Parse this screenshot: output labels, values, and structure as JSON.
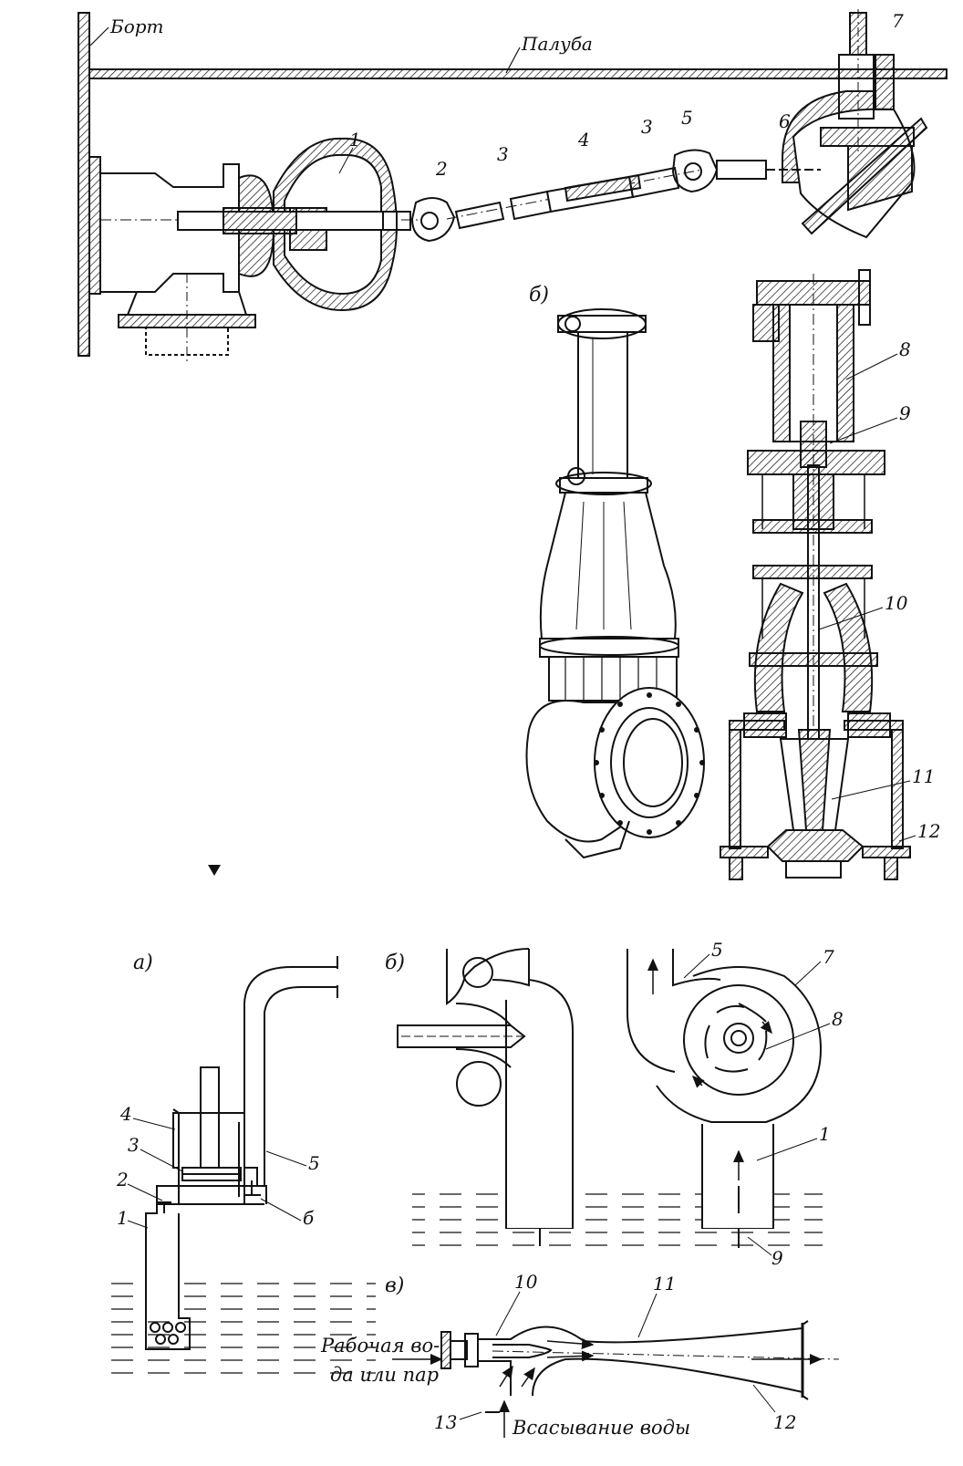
{
  "top_figure": {
    "labels": {
      "bort": "Борт",
      "paluba": "Палуба",
      "sub_b": "б)"
    },
    "callouts": [
      "1",
      "2",
      "3",
      "4",
      "3",
      "5",
      "6",
      "7",
      "8",
      "9",
      "10",
      "11",
      "12"
    ]
  },
  "bottom_figure": {
    "sub_a": "а)",
    "sub_b": "б)",
    "sub_v": "в)",
    "callouts_a": [
      "1",
      "2",
      "3",
      "4",
      "5",
      "б"
    ],
    "callouts_b": [
      "5",
      "7",
      "8",
      "1",
      "9"
    ],
    "callouts_v": [
      "10",
      "11",
      "12",
      "13"
    ],
    "work_fluid_line1": "Рабочая во-",
    "work_fluid_line2": "да или пар",
    "suction": "Всасывание воды"
  },
  "colors": {
    "ink": "#111111",
    "paper": "#ffffff"
  }
}
